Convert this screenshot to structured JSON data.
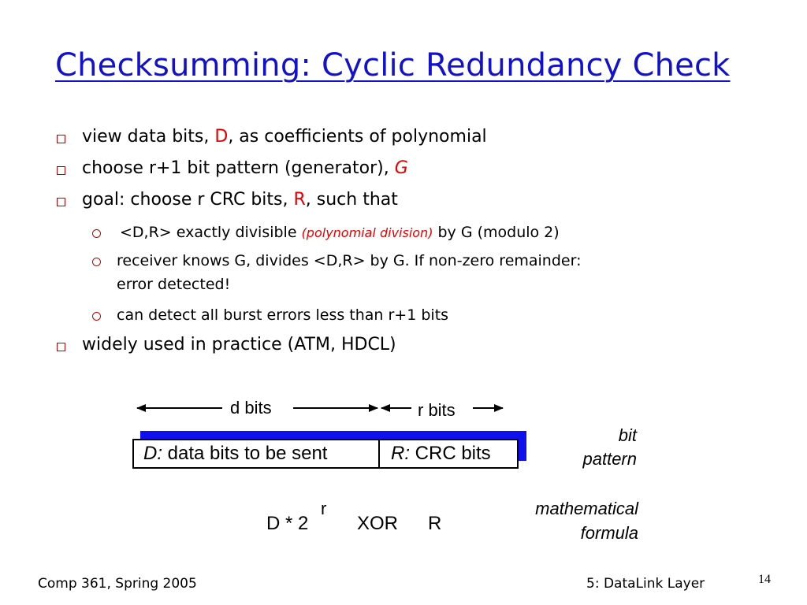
{
  "title": "Checksumming: Cyclic Redundancy Check",
  "bullets": {
    "b1": {
      "pre": "view data bits, ",
      "em": "D",
      "post": ", as coefficients of polynomial"
    },
    "b2": {
      "pre": "choose r+1 bit pattern (generator), ",
      "em": "G"
    },
    "b3": {
      "pre": "goal: choose r CRC bits, ",
      "em": "R",
      "post": ", such that"
    },
    "b3_sub1": {
      "pre": "<D,R> exactly divisible ",
      "em": "(polynomial division)",
      "post": " by G (modulo 2)"
    },
    "b3_sub2": {
      "line1": "receiver knows G, divides <D,R> by G.  If non-zero remainder:",
      "line2": "error detected!"
    },
    "b3_sub3": "can detect all burst errors less than r+1 bits",
    "b4": "widely used in practice (ATM, HDCL)"
  },
  "diagram": {
    "d_bits": "d bits",
    "r_bits": "r bits",
    "d_label": "D:",
    "d_text": "data bits to be sent",
    "r_label": "R:",
    "r_text": "CRC bits",
    "bit_pattern_line1": "bit",
    "bit_pattern_line2": "pattern",
    "formula_base": "D * 2",
    "formula_exp": "r",
    "formula_op": "XOR",
    "formula_r": "R",
    "math_line1": "mathematical",
    "math_line2": "formula"
  },
  "footer": {
    "left": "Comp 361, Spring 2005",
    "right": "5: DataLink Layer",
    "page": "14"
  },
  "colors": {
    "title": "#1212cc",
    "accent": "#e60000",
    "bullet": "#c00000",
    "bar": "#1010ee"
  }
}
